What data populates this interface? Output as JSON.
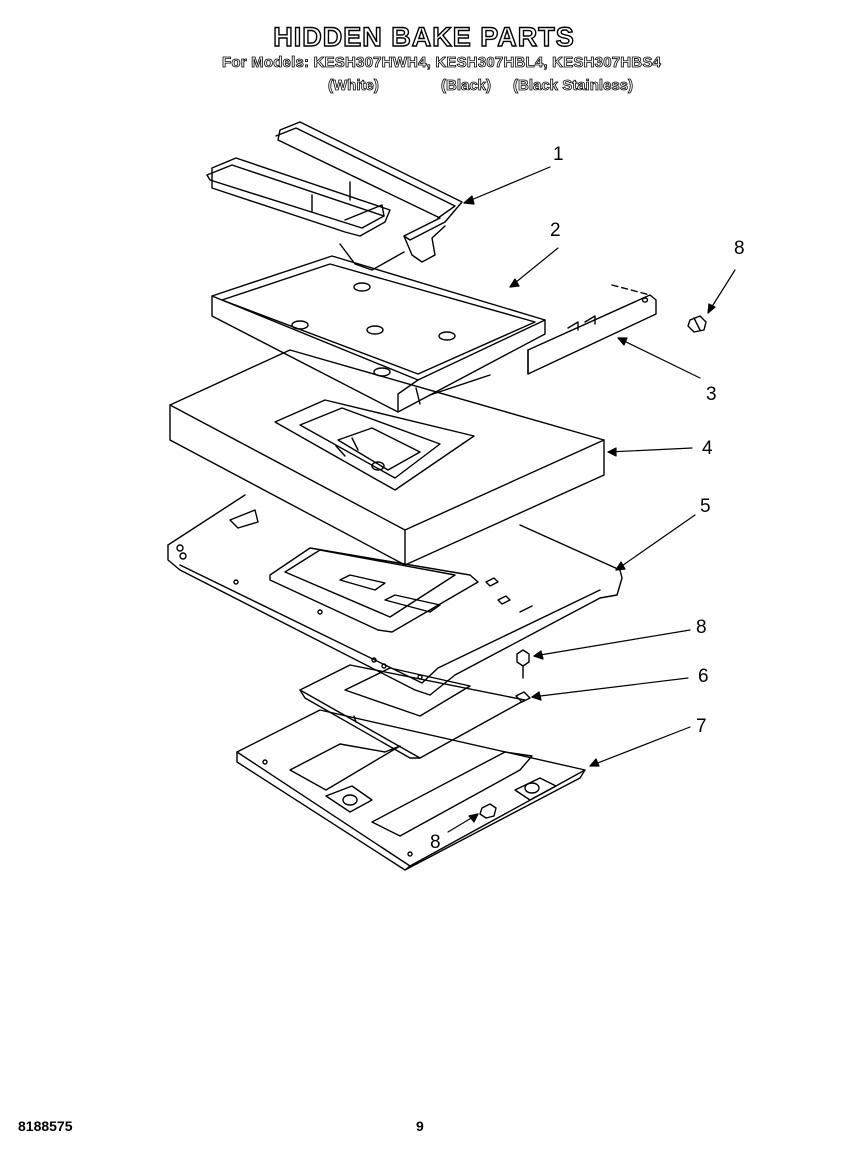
{
  "header": {
    "title": "HIDDEN BAKE PARTS",
    "subtitle": "For Models: KESH307HWH4, KESH307HBL4, KESH307HBS4",
    "variants": [
      "(White)",
      "(Black)",
      "(Black Stainless)"
    ]
  },
  "callouts": {
    "c1": "1",
    "c2": "2",
    "c3": "3",
    "c4": "4",
    "c5": "5",
    "c6": "6",
    "c7": "7",
    "c8a": "8",
    "c8b": "8",
    "c8c": "8"
  },
  "footer": {
    "part_number": "8188575",
    "page_number": "9"
  }
}
